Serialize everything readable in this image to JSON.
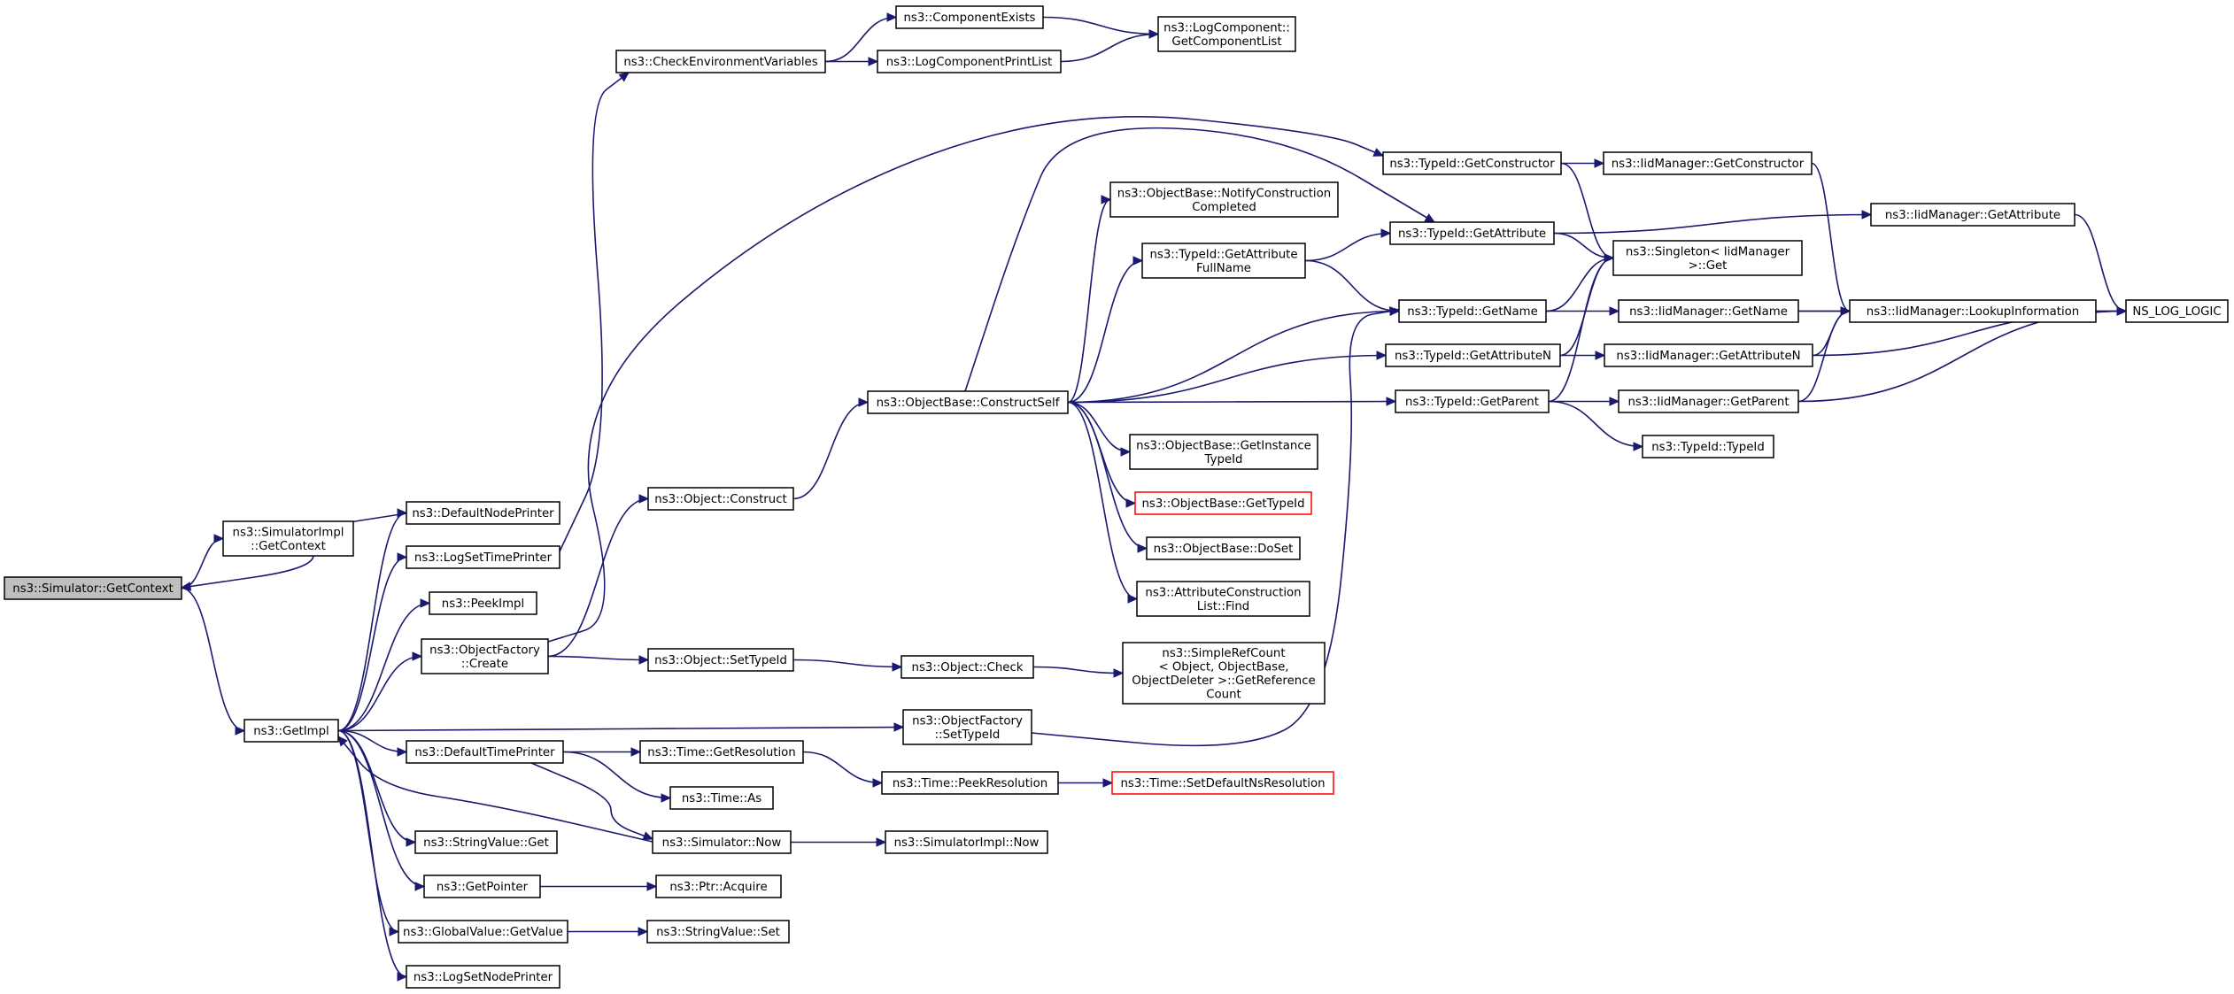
{
  "diagram": {
    "kind": "call-graph",
    "nodes": [
      {
        "id": "sim_getcontext",
        "lines": [
          "ns3::Simulator::GetContext"
        ],
        "style": "focus"
      },
      {
        "id": "simimpl_getcontext",
        "lines": [
          "ns3::SimulatorImpl",
          "::GetContext"
        ]
      },
      {
        "id": "getimpl",
        "lines": [
          "ns3::GetImpl"
        ]
      },
      {
        "id": "defaultnodeprinter",
        "lines": [
          "ns3::DefaultNodePrinter"
        ]
      },
      {
        "id": "logsettimeprinter",
        "lines": [
          "ns3::LogSetTimePrinter"
        ]
      },
      {
        "id": "peekimpl",
        "lines": [
          "ns3::PeekImpl"
        ]
      },
      {
        "id": "objfactory_create",
        "lines": [
          "ns3::ObjectFactory",
          "::Create"
        ]
      },
      {
        "id": "defaulttimeprinter",
        "lines": [
          "ns3::DefaultTimePrinter"
        ]
      },
      {
        "id": "stringvalue_get",
        "lines": [
          "ns3::StringValue::Get"
        ]
      },
      {
        "id": "getpointer",
        "lines": [
          "ns3::GetPointer"
        ]
      },
      {
        "id": "globalvalue_getvalue",
        "lines": [
          "ns3::GlobalValue::GetValue"
        ]
      },
      {
        "id": "logsetnodeprinter",
        "lines": [
          "ns3::LogSetNodePrinter"
        ]
      },
      {
        "id": "checkenv",
        "lines": [
          "ns3::CheckEnvironmentVariables"
        ]
      },
      {
        "id": "componentexists",
        "lines": [
          "ns3::ComponentExists"
        ]
      },
      {
        "id": "logcomponentprintlist",
        "lines": [
          "ns3::LogComponentPrintList"
        ]
      },
      {
        "id": "logcomponent_getlist",
        "lines": [
          "ns3::LogComponent::",
          "GetComponentList"
        ]
      },
      {
        "id": "object_construct",
        "lines": [
          "ns3::Object::Construct"
        ]
      },
      {
        "id": "object_settypeid",
        "lines": [
          "ns3::Object::SetTypeId"
        ]
      },
      {
        "id": "time_getresolution",
        "lines": [
          "ns3::Time::GetResolution"
        ]
      },
      {
        "id": "time_as",
        "lines": [
          "ns3::Time::As"
        ]
      },
      {
        "id": "simulator_now",
        "lines": [
          "ns3::Simulator::Now"
        ]
      },
      {
        "id": "ptr_acquire",
        "lines": [
          "ns3::Ptr::Acquire"
        ]
      },
      {
        "id": "stringvalue_set",
        "lines": [
          "ns3::StringValue::Set"
        ]
      },
      {
        "id": "objbase_constructself",
        "lines": [
          "ns3::ObjectBase::ConstructSelf"
        ]
      },
      {
        "id": "object_check",
        "lines": [
          "ns3::Object::Check"
        ]
      },
      {
        "id": "objfactory_settypeid",
        "lines": [
          "ns3::ObjectFactory",
          "::SetTypeId"
        ]
      },
      {
        "id": "time_peekresolution",
        "lines": [
          "ns3::Time::PeekResolution"
        ]
      },
      {
        "id": "simimpl_now",
        "lines": [
          "ns3::SimulatorImpl::Now"
        ]
      },
      {
        "id": "objbase_notify",
        "lines": [
          "ns3::ObjectBase::NotifyConstruction",
          "Completed"
        ]
      },
      {
        "id": "typeid_getattributefullname",
        "lines": [
          "ns3::TypeId::GetAttribute",
          "FullName"
        ]
      },
      {
        "id": "objbase_getinstancetypeid",
        "lines": [
          "ns3::ObjectBase::GetInstance",
          "TypeId"
        ]
      },
      {
        "id": "objbase_gettypeid",
        "lines": [
          "ns3::ObjectBase::GetTypeId"
        ],
        "style": "truncated"
      },
      {
        "id": "objbase_doset",
        "lines": [
          "ns3::ObjectBase::DoSet"
        ]
      },
      {
        "id": "attrconstructionlist_find",
        "lines": [
          "ns3::AttributeConstruction",
          "List::Find"
        ]
      },
      {
        "id": "simplerefcount",
        "lines": [
          "ns3::SimpleRefCount",
          "< Object, ObjectBase,",
          "ObjectDeleter >::GetReference",
          "Count"
        ]
      },
      {
        "id": "time_setdefaultnsres",
        "lines": [
          "ns3::Time::SetDefaultNsResolution"
        ],
        "style": "truncated"
      },
      {
        "id": "typeid_getconstructor",
        "lines": [
          "ns3::TypeId::GetConstructor"
        ]
      },
      {
        "id": "typeid_getattribute",
        "lines": [
          "ns3::TypeId::GetAttribute"
        ]
      },
      {
        "id": "typeid_getname",
        "lines": [
          "ns3::TypeId::GetName"
        ]
      },
      {
        "id": "typeid_getattributen",
        "lines": [
          "ns3::TypeId::GetAttributeN"
        ]
      },
      {
        "id": "typeid_getparent",
        "lines": [
          "ns3::TypeId::GetParent"
        ]
      },
      {
        "id": "typeid_typeid",
        "lines": [
          "ns3::TypeId::TypeId"
        ]
      },
      {
        "id": "iid_getconstructor",
        "lines": [
          "ns3::IidManager::GetConstructor"
        ]
      },
      {
        "id": "singleton_get",
        "lines": [
          "ns3::Singleton< IidManager",
          " >::Get"
        ]
      },
      {
        "id": "iid_getattribute",
        "lines": [
          "ns3::IidManager::GetAttribute"
        ]
      },
      {
        "id": "iid_getname",
        "lines": [
          "ns3::IidManager::GetName"
        ]
      },
      {
        "id": "iid_getattributen",
        "lines": [
          "ns3::IidManager::GetAttributeN"
        ]
      },
      {
        "id": "iid_getparent",
        "lines": [
          "ns3::IidManager::GetParent"
        ]
      },
      {
        "id": "iid_lookupinformation",
        "lines": [
          "ns3::IidManager::LookupInformation"
        ]
      },
      {
        "id": "ns_log_logic",
        "lines": [
          "NS_LOG_LOGIC"
        ]
      }
    ],
    "edges": [
      [
        "sim_getcontext",
        "simimpl_getcontext"
      ],
      [
        "sim_getcontext",
        "getimpl"
      ],
      [
        "defaultnodeprinter",
        "sim_getcontext"
      ],
      [
        "getimpl",
        "defaultnodeprinter"
      ],
      [
        "getimpl",
        "logsettimeprinter"
      ],
      [
        "getimpl",
        "peekimpl"
      ],
      [
        "getimpl",
        "objfactory_create"
      ],
      [
        "getimpl",
        "objfactory_settypeid"
      ],
      [
        "getimpl",
        "defaulttimeprinter"
      ],
      [
        "getimpl",
        "stringvalue_get"
      ],
      [
        "getimpl",
        "getpointer"
      ],
      [
        "getimpl",
        "globalvalue_getvalue"
      ],
      [
        "getimpl",
        "logsetnodeprinter"
      ],
      [
        "simulator_now",
        "getimpl"
      ],
      [
        "logsettimeprinter",
        "checkenv"
      ],
      [
        "checkenv",
        "componentexists"
      ],
      [
        "checkenv",
        "logcomponentprintlist"
      ],
      [
        "componentexists",
        "logcomponent_getlist"
      ],
      [
        "logcomponentprintlist",
        "logcomponent_getlist"
      ],
      [
        "objfactory_create",
        "object_construct"
      ],
      [
        "objfactory_create",
        "object_settypeid"
      ],
      [
        "objfactory_create",
        "typeid_getconstructor"
      ],
      [
        "object_construct",
        "objbase_constructself"
      ],
      [
        "object_settypeid",
        "object_check"
      ],
      [
        "object_check",
        "simplerefcount"
      ],
      [
        "defaulttimeprinter",
        "time_getresolution"
      ],
      [
        "defaulttimeprinter",
        "time_as"
      ],
      [
        "defaulttimeprinter",
        "simulator_now"
      ],
      [
        "time_getresolution",
        "time_peekresolution"
      ],
      [
        "time_peekresolution",
        "time_setdefaultnsres"
      ],
      [
        "simulator_now",
        "simimpl_now"
      ],
      [
        "getpointer",
        "ptr_acquire"
      ],
      [
        "globalvalue_getvalue",
        "stringvalue_set"
      ],
      [
        "objfactory_settypeid",
        "typeid_getname"
      ],
      [
        "objbase_constructself",
        "objbase_notify"
      ],
      [
        "objbase_constructself",
        "typeid_getattributefullname"
      ],
      [
        "objbase_constructself",
        "typeid_getattribute"
      ],
      [
        "objbase_constructself",
        "typeid_getname"
      ],
      [
        "objbase_constructself",
        "typeid_getattributen"
      ],
      [
        "objbase_constructself",
        "typeid_getparent"
      ],
      [
        "objbase_constructself",
        "objbase_getinstancetypeid"
      ],
      [
        "objbase_constructself",
        "objbase_gettypeid"
      ],
      [
        "objbase_constructself",
        "objbase_doset"
      ],
      [
        "objbase_constructself",
        "attrconstructionlist_find"
      ],
      [
        "typeid_getattributefullname",
        "typeid_getattribute"
      ],
      [
        "typeid_getattributefullname",
        "typeid_getname"
      ],
      [
        "typeid_getconstructor",
        "iid_getconstructor"
      ],
      [
        "typeid_getconstructor",
        "singleton_get"
      ],
      [
        "typeid_getattribute",
        "iid_getattribute"
      ],
      [
        "typeid_getattribute",
        "singleton_get"
      ],
      [
        "typeid_getname",
        "singleton_get"
      ],
      [
        "typeid_getname",
        "iid_getname"
      ],
      [
        "typeid_getattributen",
        "singleton_get"
      ],
      [
        "typeid_getattributen",
        "iid_getattributen"
      ],
      [
        "typeid_getparent",
        "singleton_get"
      ],
      [
        "typeid_getparent",
        "iid_getparent"
      ],
      [
        "typeid_getparent",
        "typeid_typeid"
      ],
      [
        "iid_getconstructor",
        "iid_lookupinformation"
      ],
      [
        "iid_getattribute",
        "ns_log_logic"
      ],
      [
        "iid_getname",
        "iid_lookupinformation"
      ],
      [
        "iid_getname",
        "ns_log_logic"
      ],
      [
        "iid_getattributen",
        "iid_lookupinformation"
      ],
      [
        "iid_getattributen",
        "ns_log_logic"
      ],
      [
        "iid_getparent",
        "iid_lookupinformation"
      ],
      [
        "iid_getparent",
        "ns_log_logic"
      ],
      [
        "iid_lookupinformation",
        "ns_log_logic"
      ]
    ],
    "colors": {
      "edge": "#191970",
      "node_border": "#000000",
      "focus_fill": "#bfbfbf",
      "truncated_border": "#ff0000"
    }
  }
}
